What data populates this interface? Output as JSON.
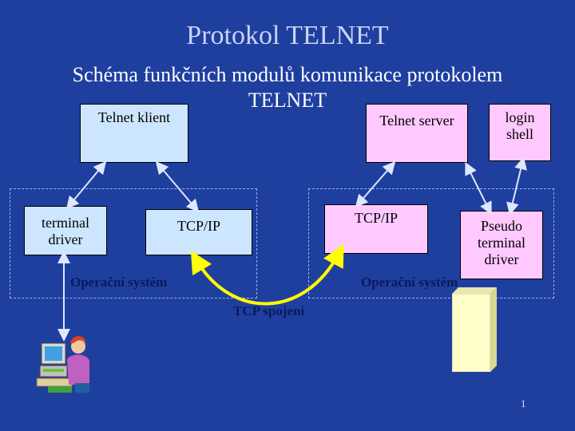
{
  "title": "Protokol TELNET",
  "subtitle": "Schéma funkčních modulů komunikace protokolem TELNET",
  "client": {
    "telnet_klient": "Telnet klient",
    "terminal_driver_1": "terminal",
    "terminal_driver_2": "driver",
    "tcp_ip": "TCP/IP",
    "os": "Operační systém"
  },
  "server": {
    "telnet_server": "Telnet server",
    "login_shell_1": "login",
    "login_shell_2": "shell",
    "tcp_ip": "TCP/IP",
    "pseudo_1": "Pseudo",
    "pseudo_2": "terminal",
    "pseudo_3": "driver",
    "os": "Operační systém"
  },
  "connection_label": "TCP spojení",
  "page_number": "1",
  "icons": [
    "user-at-computer-icon",
    "server-tower-icon"
  ],
  "colors": {
    "background": "#1f3f9f",
    "client_box": "#cde6ff",
    "server_box": "#ffc9ff",
    "connection_arrow": "#ffff00",
    "server_tower": "#ffffcc"
  }
}
